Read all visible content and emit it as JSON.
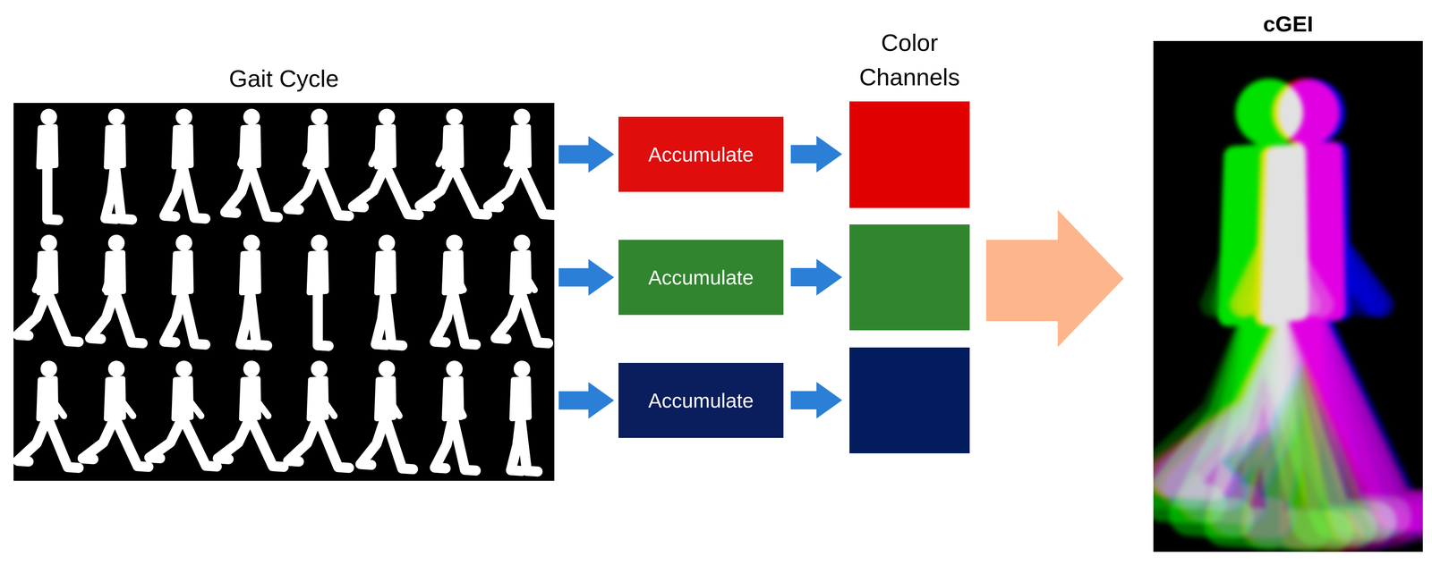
{
  "diagram": {
    "nodes": [
      {
        "text": [
          "Gait Cycle"
        ]
      },
      {
        "text": [
          "Accumulate"
        ]
      },
      {
        "text": [
          "Accumulate"
        ]
      },
      {
        "text": [
          "Accumulate"
        ]
      },
      {
        "text": [
          "cGEI"
        ]
      }
    ],
    "edges": [
      {
        "from": 0,
        "to": 1,
        "arrow": "to"
      },
      {
        "from": 0,
        "to": 2,
        "arrow": "to"
      },
      {
        "from": 0,
        "to": 3,
        "arrow": "to"
      }
    ],
    "labels": [
      "Color Channels"
    ]
  }
}
